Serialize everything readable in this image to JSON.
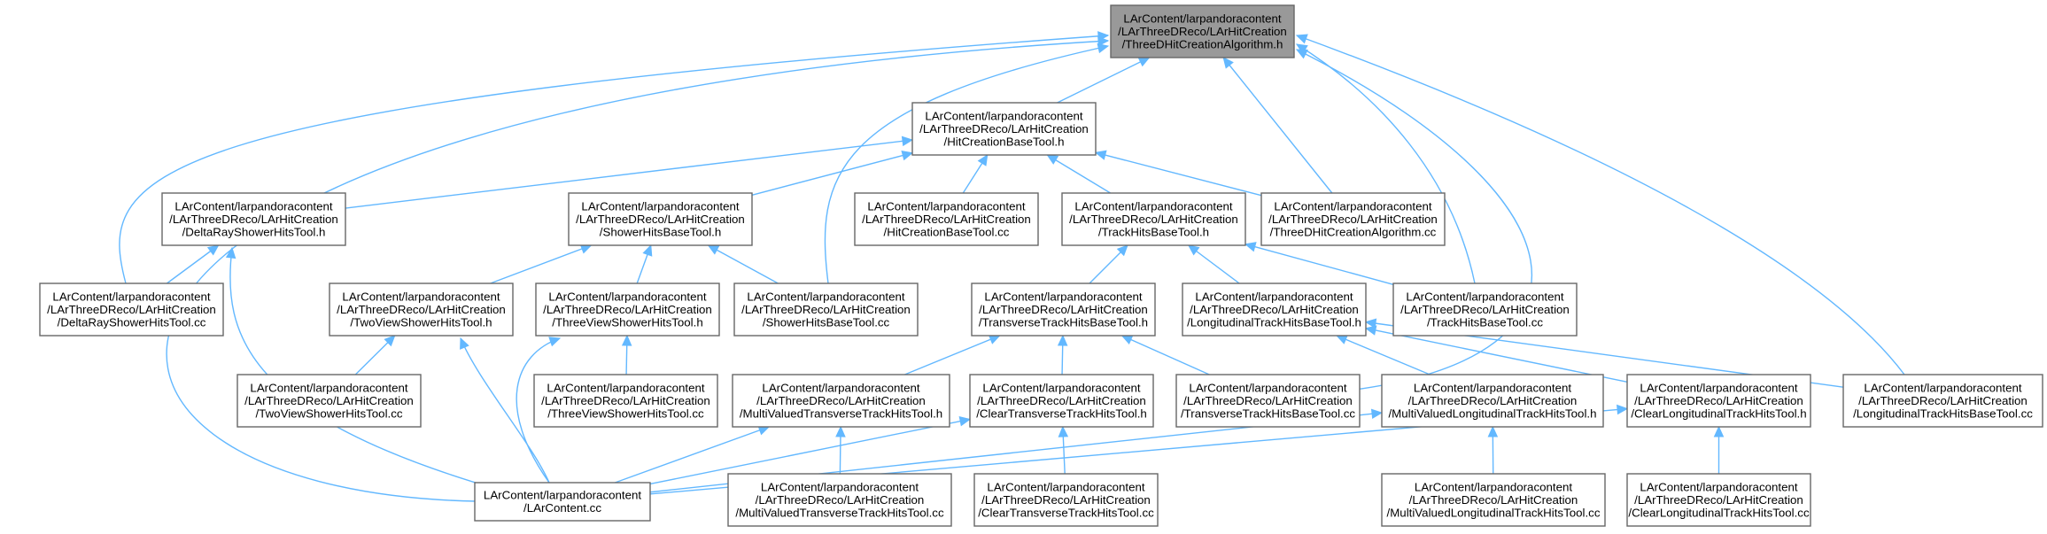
{
  "diagram": {
    "title": "",
    "colors": {
      "edge": "#63b8ff",
      "root_fill": "#999999",
      "node_border": "#666666",
      "node_fill": "#ffffff"
    },
    "nodes": [
      {
        "id": "root",
        "root": true,
        "lines": [
          "LArContent/larpandoracontent",
          "/LArThreeDReco/LArHitCreation",
          "/ThreeDHitCreationAlgorithm.h"
        ]
      },
      {
        "id": "hcbt_h",
        "lines": [
          "LArContent/larpandoracontent",
          "/LArThreeDReco/LArHitCreation",
          "/HitCreationBaseTool.h"
        ]
      },
      {
        "id": "drsht_h",
        "lines": [
          "LArContent/larpandoracontent",
          "/LArThreeDReco/LArHitCreation",
          "/DeltaRayShowerHitsTool.h"
        ]
      },
      {
        "id": "shbt_h",
        "lines": [
          "LArContent/larpandoracontent",
          "/LArThreeDReco/LArHitCreation",
          "/ShowerHitsBaseTool.h"
        ]
      },
      {
        "id": "hcbt_cc",
        "lines": [
          "LArContent/larpandoracontent",
          "/LArThreeDReco/LArHitCreation",
          "/HitCreationBaseTool.cc"
        ]
      },
      {
        "id": "thbt_h",
        "lines": [
          "LArContent/larpandoracontent",
          "/LArThreeDReco/LArHitCreation",
          "/TrackHitsBaseTool.h"
        ]
      },
      {
        "id": "tdhca_cc",
        "lines": [
          "LArContent/larpandoracontent",
          "/LArThreeDReco/LArHitCreation",
          "/ThreeDHitCreationAlgorithm.cc"
        ]
      },
      {
        "id": "drsht_cc",
        "lines": [
          "LArContent/larpandoracontent",
          "/LArThreeDReco/LArHitCreation",
          "/DeltaRayShowerHitsTool.cc"
        ]
      },
      {
        "id": "tvsht_h",
        "lines": [
          "LArContent/larpandoracontent",
          "/LArThreeDReco/LArHitCreation",
          "/TwoViewShowerHitsTool.h"
        ]
      },
      {
        "id": "thvsht_h",
        "lines": [
          "LArContent/larpandoracontent",
          "/LArThreeDReco/LArHitCreation",
          "/ThreeViewShowerHitsTool.h"
        ]
      },
      {
        "id": "shbt_cc",
        "lines": [
          "LArContent/larpandoracontent",
          "/LArThreeDReco/LArHitCreation",
          "/ShowerHitsBaseTool.cc"
        ]
      },
      {
        "id": "tthbt_h",
        "lines": [
          "LArContent/larpandoracontent",
          "/LArThreeDReco/LArHitCreation",
          "/TransverseTrackHitsBaseTool.h"
        ]
      },
      {
        "id": "lthbt_h",
        "lines": [
          "LArContent/larpandoracontent",
          "/LArThreeDReco/LArHitCreation",
          "/LongitudinalTrackHitsBaseTool.h"
        ]
      },
      {
        "id": "thbt_cc",
        "lines": [
          "LArContent/larpandoracontent",
          "/LArThreeDReco/LArHitCreation",
          "/TrackHitsBaseTool.cc"
        ]
      },
      {
        "id": "tvsht_cc",
        "lines": [
          "LArContent/larpandoracontent",
          "/LArThreeDReco/LArHitCreation",
          "/TwoViewShowerHitsTool.cc"
        ]
      },
      {
        "id": "thvsht_cc",
        "lines": [
          "LArContent/larpandoracontent",
          "/LArThreeDReco/LArHitCreation",
          "/ThreeViewShowerHitsTool.cc"
        ]
      },
      {
        "id": "mvttht_h",
        "lines": [
          "LArContent/larpandoracontent",
          "/LArThreeDReco/LArHitCreation",
          "/MultiValuedTransverseTrackHitsTool.h"
        ]
      },
      {
        "id": "cttht_h",
        "lines": [
          "LArContent/larpandoracontent",
          "/LArThreeDReco/LArHitCreation",
          "/ClearTransverseTrackHitsTool.h"
        ]
      },
      {
        "id": "tthbt_cc",
        "lines": [
          "LArContent/larpandoracontent",
          "/LArThreeDReco/LArHitCreation",
          "/TransverseTrackHitsBaseTool.cc"
        ]
      },
      {
        "id": "mvltht_h",
        "lines": [
          "LArContent/larpandoracontent",
          "/LArThreeDReco/LArHitCreation",
          "/MultiValuedLongitudinalTrackHitsTool.h"
        ]
      },
      {
        "id": "cltht_h",
        "lines": [
          "LArContent/larpandoracontent",
          "/LArThreeDReco/LArHitCreation",
          "/ClearLongitudinalTrackHitsTool.h"
        ]
      },
      {
        "id": "lthbt_cc",
        "lines": [
          "LArContent/larpandoracontent",
          "/LArThreeDReco/LArHitCreation",
          "/LongitudinalTrackHitsBaseTool.cc"
        ]
      },
      {
        "id": "larcontent_cc",
        "lines": [
          "LArContent/larpandoracontent",
          "/LArContent.cc"
        ]
      },
      {
        "id": "mvttht_cc",
        "lines": [
          "LArContent/larpandoracontent",
          "/LArThreeDReco/LArHitCreation",
          "/MultiValuedTransverseTrackHitsTool.cc"
        ]
      },
      {
        "id": "cttht_cc",
        "lines": [
          "LArContent/larpandoracontent",
          "/LArThreeDReco/LArHitCreation",
          "/ClearTransverseTrackHitsTool.cc"
        ]
      },
      {
        "id": "mvltht_cc",
        "lines": [
          "LArContent/larpandoracontent",
          "/LArThreeDReco/LArHitCreation",
          "/MultiValuedLongitudinalTrackHitsTool.cc"
        ]
      },
      {
        "id": "cltht_cc",
        "lines": [
          "LArContent/larpandoracontent",
          "/LArThreeDReco/LArHitCreation",
          "/ClearLongitudinalTrackHitsTool.cc"
        ]
      }
    ],
    "edges": [
      {
        "from": "hcbt_h",
        "to": "root"
      },
      {
        "from": "drsht_cc",
        "to": "root"
      },
      {
        "from": "shbt_cc",
        "to": "root"
      },
      {
        "from": "tdhca_cc",
        "to": "root"
      },
      {
        "from": "thbt_cc",
        "to": "root"
      },
      {
        "from": "tthbt_cc",
        "to": "root"
      },
      {
        "from": "lthbt_cc",
        "to": "root"
      },
      {
        "from": "larcontent_cc",
        "to": "root"
      },
      {
        "from": "drsht_h",
        "to": "hcbt_h"
      },
      {
        "from": "shbt_h",
        "to": "hcbt_h"
      },
      {
        "from": "hcbt_cc",
        "to": "hcbt_h"
      },
      {
        "from": "thbt_h",
        "to": "hcbt_h"
      },
      {
        "from": "tdhca_cc",
        "to": "hcbt_h"
      },
      {
        "from": "drsht_cc",
        "to": "drsht_h"
      },
      {
        "from": "larcontent_cc",
        "to": "drsht_h"
      },
      {
        "from": "tvsht_h",
        "to": "shbt_h"
      },
      {
        "from": "thvsht_h",
        "to": "shbt_h"
      },
      {
        "from": "shbt_cc",
        "to": "shbt_h"
      },
      {
        "from": "tthbt_h",
        "to": "thbt_h"
      },
      {
        "from": "lthbt_h",
        "to": "thbt_h"
      },
      {
        "from": "thbt_cc",
        "to": "thbt_h"
      },
      {
        "from": "tvsht_cc",
        "to": "tvsht_h"
      },
      {
        "from": "larcontent_cc",
        "to": "tvsht_h"
      },
      {
        "from": "thvsht_cc",
        "to": "thvsht_h"
      },
      {
        "from": "larcontent_cc",
        "to": "thvsht_h"
      },
      {
        "from": "mvttht_h",
        "to": "tthbt_h"
      },
      {
        "from": "cttht_h",
        "to": "tthbt_h"
      },
      {
        "from": "tthbt_cc",
        "to": "tthbt_h"
      },
      {
        "from": "mvltht_h",
        "to": "lthbt_h"
      },
      {
        "from": "cltht_h",
        "to": "lthbt_h"
      },
      {
        "from": "lthbt_cc",
        "to": "lthbt_h"
      },
      {
        "from": "mvttht_cc",
        "to": "mvttht_h"
      },
      {
        "from": "larcontent_cc",
        "to": "mvttht_h"
      },
      {
        "from": "cttht_cc",
        "to": "cttht_h"
      },
      {
        "from": "larcontent_cc",
        "to": "cttht_h"
      },
      {
        "from": "mvltht_cc",
        "to": "mvltht_h"
      },
      {
        "from": "larcontent_cc",
        "to": "mvltht_h"
      },
      {
        "from": "cltht_cc",
        "to": "cltht_h"
      },
      {
        "from": "larcontent_cc",
        "to": "cltht_h"
      }
    ]
  }
}
